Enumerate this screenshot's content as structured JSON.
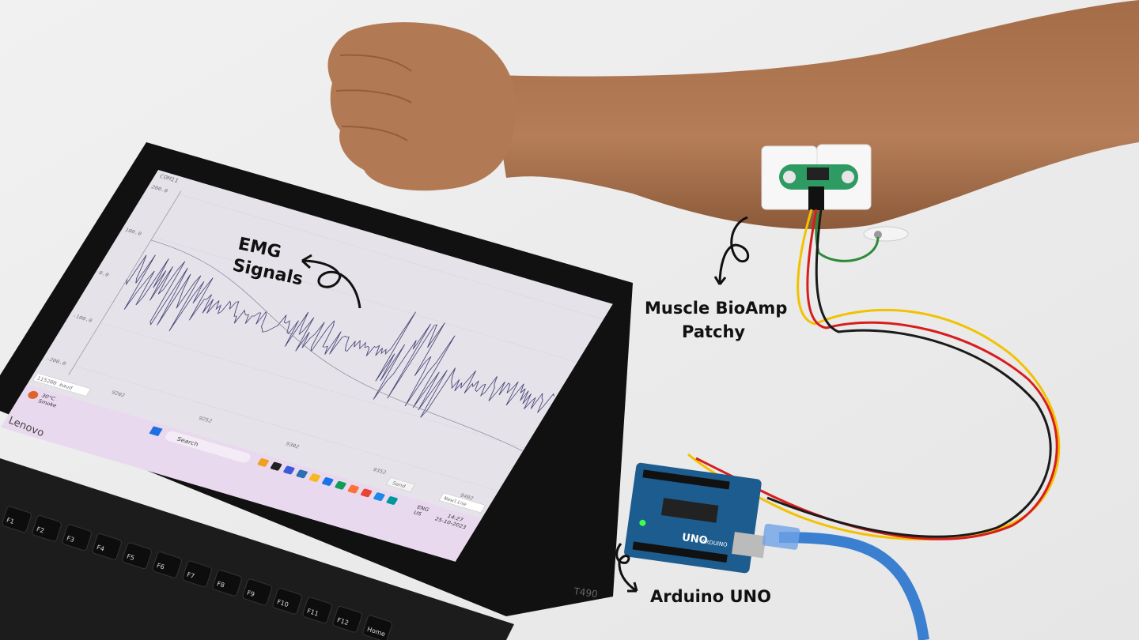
{
  "annotations": {
    "emg": [
      "EMG",
      "Signals"
    ],
    "patchy": [
      "Muscle BioAmp",
      "Patchy"
    ],
    "arduino": "Arduino UNO"
  },
  "screen": {
    "window_title": "COM11",
    "y_ticks": [
      "200.0",
      "100.0",
      "0.0",
      "-100.0",
      "-200.0"
    ],
    "x_ticks": [
      "9202",
      "9252",
      "9302",
      "9352",
      "9402"
    ],
    "baud": "115200 baud",
    "send": "Send",
    "line_ending": "Newline",
    "weather": {
      "temp": "30°C",
      "condition": "Smoke"
    },
    "taskbar": {
      "search_placeholder": "Search",
      "lang": "ENG",
      "region": "US",
      "time": "14:27",
      "date": "25-10-2023"
    }
  },
  "laptop": {
    "brand": "Lenovo",
    "model": "T490"
  },
  "keyboard": {
    "keys": [
      "F1",
      "F2",
      "F3",
      "F4",
      "F5",
      "F6",
      "F7",
      "F8",
      "F9",
      "F10",
      "F11",
      "F12",
      "Home"
    ]
  },
  "board": {
    "label": "UNO",
    "brand": "ARDUINO"
  },
  "colors": {
    "skin": "#b07a55",
    "wire_yellow": "#f2c200",
    "wire_red": "#d81d1d",
    "wire_black": "#1a1a1a",
    "board_blue": "#1d5c8e",
    "usb_blue": "#3a7fd0",
    "screen_bg": "#e6e2ea",
    "taskbar": "#e9d9ee",
    "signal": "#4a4a7a"
  }
}
